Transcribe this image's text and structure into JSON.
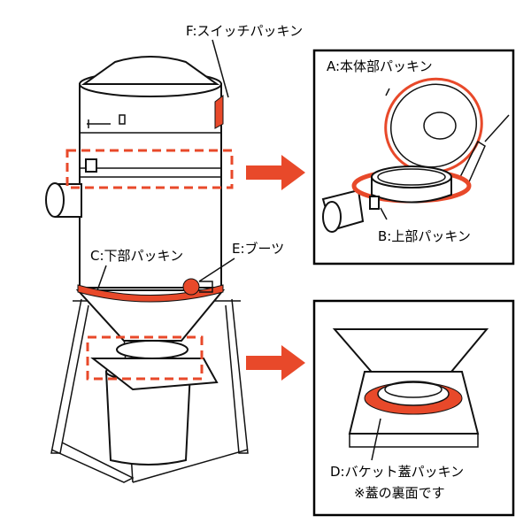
{
  "labels": {
    "f": "F:スイッチパッキン",
    "a": "A:本体部パッキン",
    "b": "B:上部パッキン",
    "c": "C:下部パッキン",
    "e": "E:ブーツ",
    "d": "D:バケット蓋パッキン",
    "d_note": "※蓋の裏面です"
  },
  "colors": {
    "accent": "#e8492a",
    "line": "#111111"
  }
}
